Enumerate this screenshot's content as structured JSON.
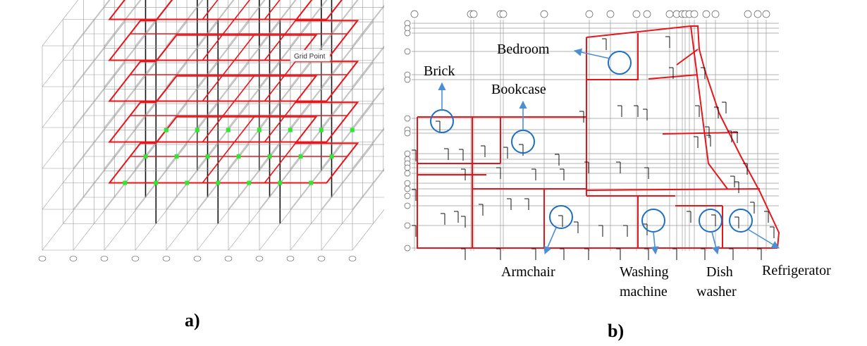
{
  "panel_a": {
    "caption": "a)",
    "grid_point_tag": "Grid Point"
  },
  "panel_b": {
    "caption": "b)",
    "labels": {
      "bedroom": "Bedroom",
      "brick": "Brick",
      "bookcase": "Bookcase",
      "armchair": "Armchair",
      "washing_1": "Washing",
      "washing_2": "machine",
      "dish_1": "Dish",
      "dish_2": "washer",
      "refrigerator": "Refrigerator"
    }
  },
  "colors": {
    "frame_red": "#e8151b",
    "marker_blue": "#1f6fc0",
    "arrow_blue": "#4a8fd6",
    "support_green": "#2ee830",
    "grid_gray": "#9a9a9a"
  }
}
